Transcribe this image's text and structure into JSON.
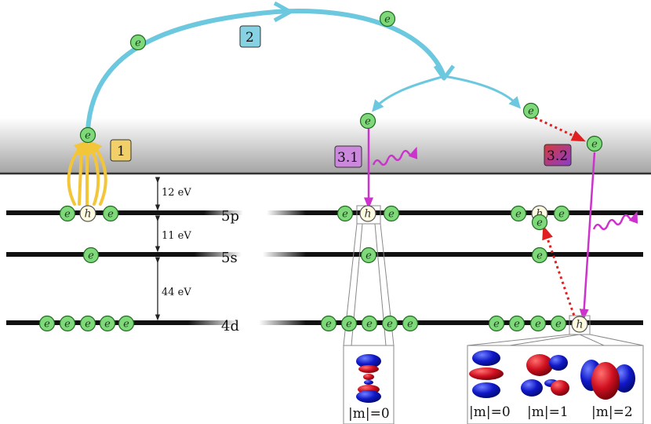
{
  "orbitals": {
    "p": "5p",
    "s": "5s",
    "d": "4d"
  },
  "gaps": {
    "top": "12 eV",
    "mid": "11 eV",
    "bottom": "44 eV"
  },
  "steps": {
    "ionization": "1",
    "propagation": "2",
    "recombination_radiative": "3.1",
    "recombination_nonradiative": "3.2"
  },
  "particles": {
    "electron": "e",
    "hole": "h"
  },
  "m_labels": {
    "m0_left": "|m|=0",
    "m0": "|m|=0",
    "m1": "|m|=1",
    "m2": "|m|=2"
  },
  "colors": {
    "electron_fill": "#7fd97b",
    "electron_stroke": "#1f6b1f",
    "hole_fill": "#fffbe0",
    "trajectory": "#6cc8de",
    "ionization_arrows": "#f3c63a",
    "photon": "#cc33cc",
    "auger_path": "#e02020",
    "step1_box": "#f1d06a",
    "step2_box": "#86d2e3",
    "step31_box": "#cc88dd",
    "step32_box_from": "#cc3344",
    "step32_box_to": "#8844cc",
    "lobe_red": "#d01020",
    "lobe_blue": "#1018c8"
  }
}
